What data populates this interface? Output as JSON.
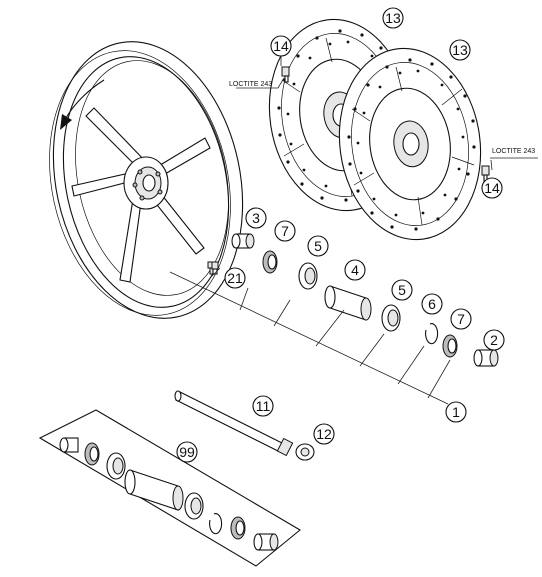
{
  "callouts": {
    "c13a": "13",
    "c13b": "13",
    "c14a": "14",
    "c14b": "14",
    "c3": "3",
    "c7a": "7",
    "c5a": "5",
    "c4": "4",
    "c5b": "5",
    "c6": "6",
    "c7b": "7",
    "c2": "2",
    "c21": "21",
    "c1": "1",
    "c11": "11",
    "c12": "12",
    "c99": "99"
  },
  "notes": {
    "loctite_left": "LOCTITE 243",
    "loctite_right": "LOCTITE 243"
  }
}
